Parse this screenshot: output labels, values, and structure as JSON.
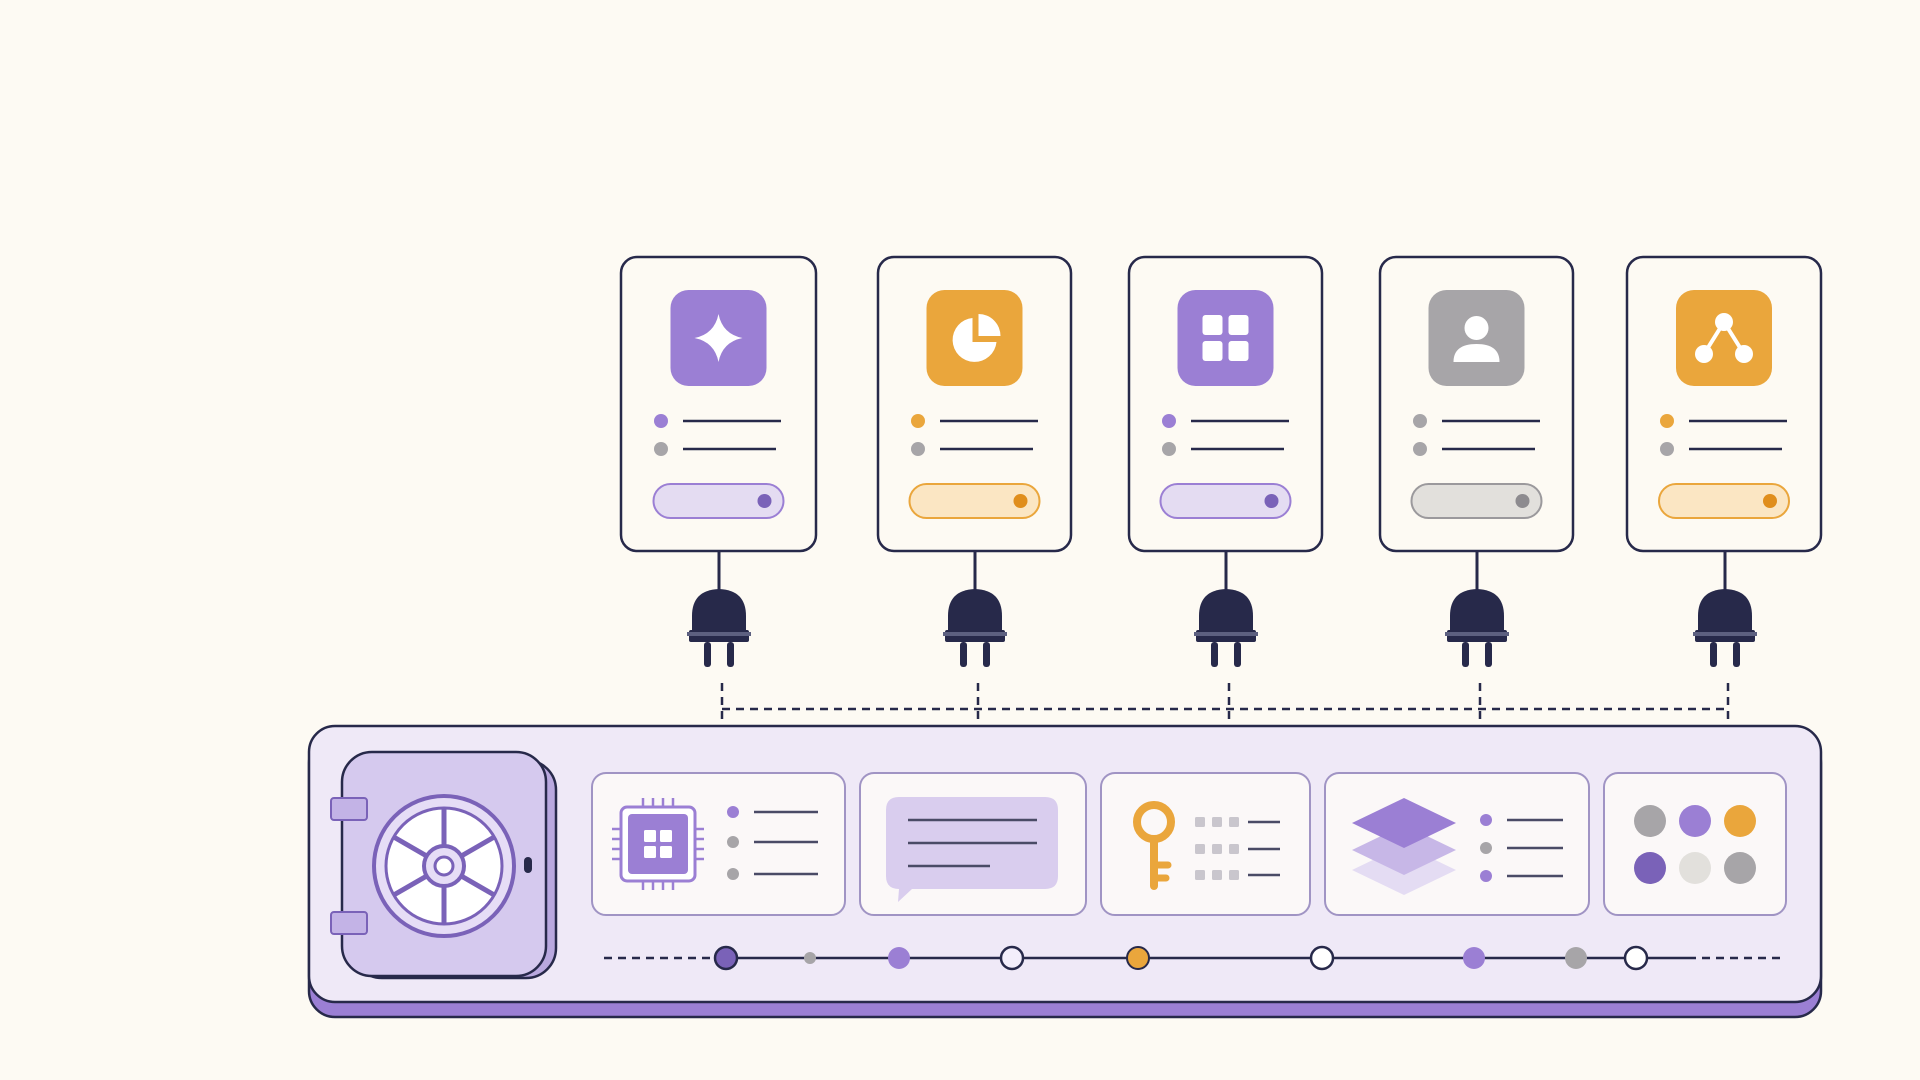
{
  "colors": {
    "background": "#fdfaf3",
    "ink": "#27294a",
    "purple": "#9b7fd4",
    "purple_dark": "#7a62b8",
    "purple_light": "#e4dcf2",
    "orange": "#eaa63c",
    "orange_light": "#fbe6c3",
    "gray": "#a7a5a8",
    "gray_light": "#e2e0dc",
    "card_fill": "#fdfaf3",
    "hub_fill": "#efe9f7"
  },
  "plugin_cards": [
    {
      "icon": "sparkle-icon",
      "accent": "purple"
    },
    {
      "icon": "pie-chart-icon",
      "accent": "orange"
    },
    {
      "icon": "grid-icon",
      "accent": "purple"
    },
    {
      "icon": "user-icon",
      "accent": "gray"
    },
    {
      "icon": "share-nodes-icon",
      "accent": "orange"
    }
  ],
  "hub": {
    "vault_icon": "vault-door-icon",
    "modules": [
      {
        "icon": "chip-icon"
      },
      {
        "icon": "chat-bubble-icon"
      },
      {
        "icon": "key-icon"
      },
      {
        "icon": "stacked-layers-icon"
      },
      {
        "icon": "color-dots-icon",
        "dot_colors": [
          "gray",
          "purple",
          "orange",
          "purple_dark",
          "gray_light",
          "gray"
        ]
      }
    ],
    "timeline_nodes": [
      {
        "style": "dark"
      },
      {
        "style": "small-gray"
      },
      {
        "style": "purple"
      },
      {
        "style": "hollow-purple"
      },
      {
        "style": "orange"
      },
      {
        "style": "hollow"
      },
      {
        "style": "purple"
      },
      {
        "style": "gray"
      },
      {
        "style": "hollow"
      }
    ]
  }
}
